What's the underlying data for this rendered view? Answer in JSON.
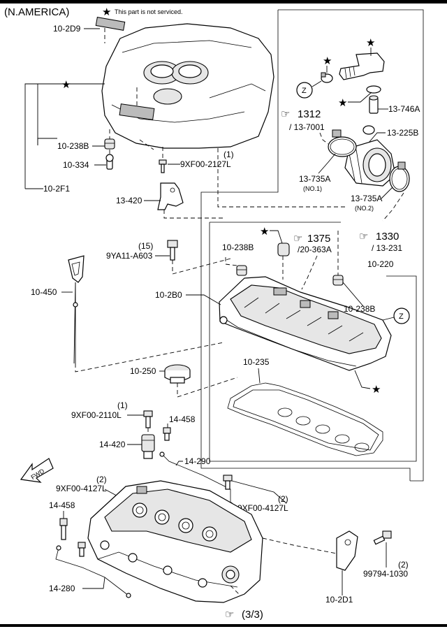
{
  "header": {
    "region": "(N.AMERICA)",
    "legend_symbol": "★",
    "legend_text": "This part is not serviced."
  },
  "labels": {
    "p_10_2D9": "10-2D9",
    "p_10_238B_a": "10-238B",
    "p_10_334": "10-334",
    "p_10_2F1": "10-2F1",
    "p_9XF00_2127L_qty": "(1)",
    "p_9XF00_2127L": "9XF00-2127L",
    "p_13_420": "13-420",
    "p_9YA11_A603_qty": "(15)",
    "p_9YA11_A603": "9YA11-A603",
    "p_10_450": "10-450",
    "p_10_2B0": "10-2B0",
    "p_10_238B_b": "10-238B",
    "p_10_238B_c": "10-238B",
    "p_10_220": "10-220",
    "p_10_235": "10-235",
    "p_10_250": "10-250",
    "p_9XF00_2110L_qty": "(1)",
    "p_9XF00_2110L": "9XF00-2110L",
    "p_14_458_a": "14-458",
    "p_14_420": "14-420",
    "p_14_290": "14-290",
    "p_9XF00_4127L_a_qty": "(2)",
    "p_9XF00_4127L_a": "9XF00-4127L",
    "p_9XF00_4127L_b_qty": "(2)",
    "p_9XF00_4127L_b": "9XF00-4127L",
    "p_14_458_b": "14-458",
    "p_14_280": "14-280",
    "p_10_2D1": "10-2D1",
    "p_99794_1030_qty": "(2)",
    "p_99794_1030": "99794-1030",
    "p_13_746A": "13-746A",
    "p_13_225B": "13-225B",
    "p_13_735A_1": "13-735A",
    "p_13_735A_1_note": "(NO.1)",
    "p_13_735A_2": "13-735A",
    "p_13_735A_2_note": "(NO.2)",
    "fwd": "FWD",
    "z_marker": "Z"
  },
  "refs": {
    "r1312_num": "1312",
    "r1312_sub": "/ 13-7001",
    "r1375_num": "1375",
    "r1375_sub": "/20-363A",
    "r1330_num": "1330",
    "r1330_sub": "/ 13-231",
    "r_page": "(3/3)"
  }
}
